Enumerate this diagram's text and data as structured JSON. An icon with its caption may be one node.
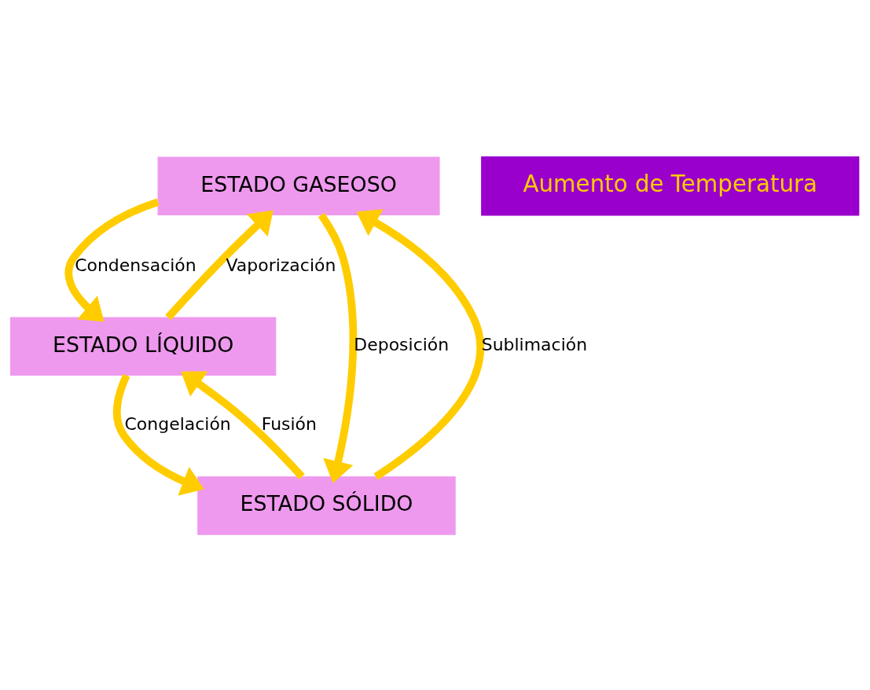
{
  "diagram": {
    "nodes": [
      {
        "text": [
          "ESTADO GASEOSO"
        ]
      },
      {
        "text": [
          "ESTADO LÍQUIDO"
        ]
      },
      {
        "text": [
          "ESTADO SÓLIDO"
        ]
      }
    ],
    "edges": [
      {
        "from": 2,
        "to": 0,
        "arrow": "to",
        "label": "Sublimación"
      },
      {
        "from": 1,
        "to": 0,
        "arrow": "to",
        "label": "Vaporización"
      },
      {
        "from": 0,
        "to": 1,
        "arrow": "to",
        "label": "Condensación"
      },
      {
        "from": 0,
        "to": 2,
        "arrow": "to",
        "label": "Deposición"
      },
      {
        "from": 2,
        "to": 1,
        "arrow": "to",
        "label": "Fusión"
      },
      {
        "from": 1,
        "to": 2,
        "arrow": "to",
        "label": "Congelación"
      }
    ],
    "labels": [
      "Aumento de Temperatura"
    ]
  }
}
